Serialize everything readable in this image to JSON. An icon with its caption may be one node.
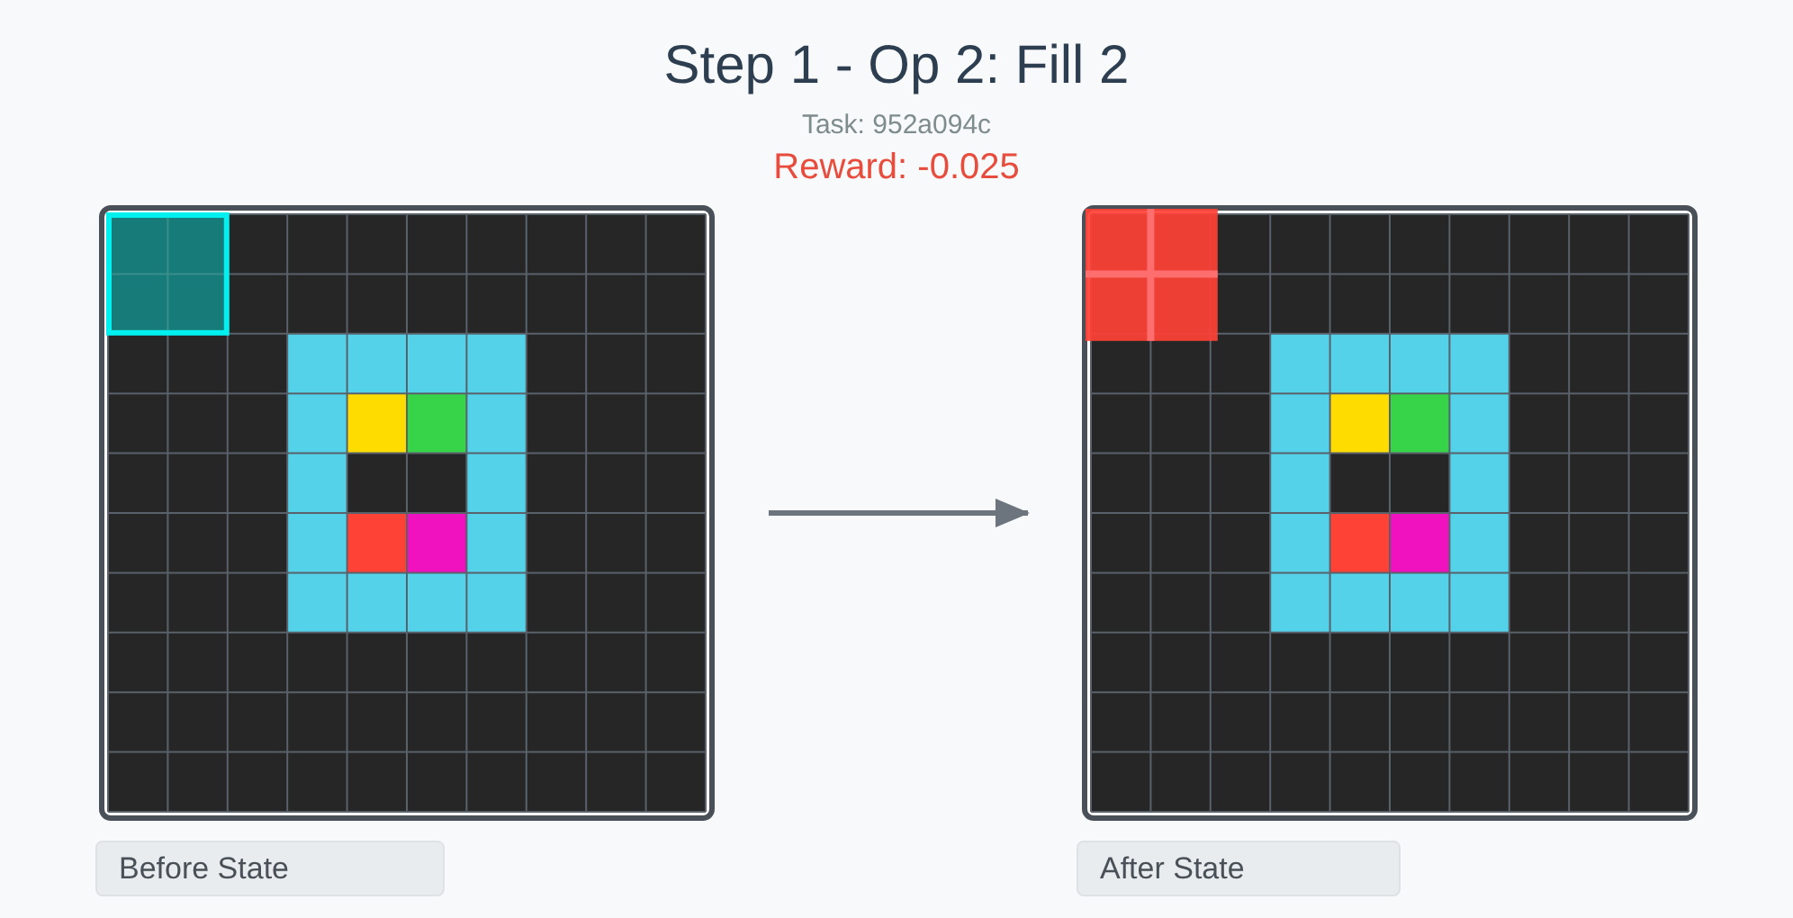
{
  "diagram": {
    "title": "Step 1 - Op 2: Fill 2",
    "nodes": [
      {
        "text": [
          "Before State"
        ]
      },
      {
        "text": [
          "After State"
        ]
      }
    ],
    "edges": [
      {
        "from": 0,
        "to": 1,
        "arrow": "to"
      }
    ],
    "labels": [
      "Task: 952a094c",
      "Reward: -0.025"
    ]
  }
}
